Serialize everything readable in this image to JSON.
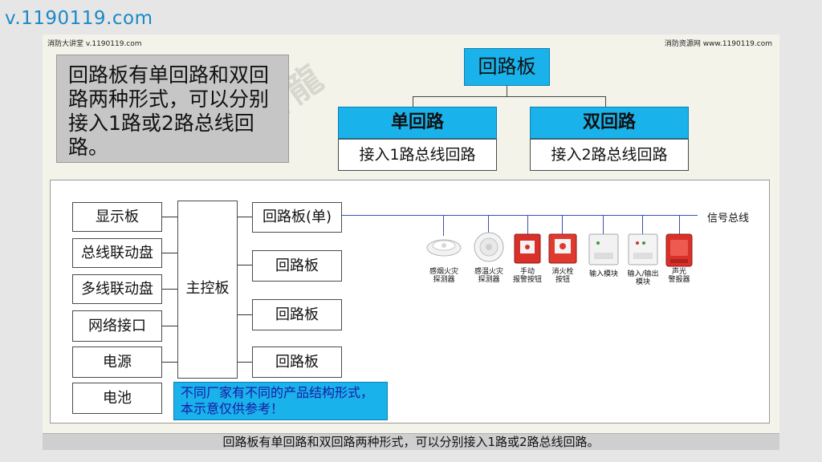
{
  "site_watermark": "v.1190119.com",
  "header": {
    "left": "消防大讲堂 v.1190119.com",
    "right": "消防资源网 www.1190119.com"
  },
  "watermark_seal": "磐龍",
  "intro_text": "回路板有单回路和双回路两种形式，可以分别接入1路或2路总线回路。",
  "tree": {
    "root": "回路板",
    "single": {
      "title": "单回路",
      "desc": "接入1路总线回路"
    },
    "double": {
      "title": "双回路",
      "desc": "接入2路总线回路"
    }
  },
  "diagram": {
    "left_modules": [
      "显示板",
      "总线联动盘",
      "多线联动盘",
      "网络接口",
      "电源",
      "电池"
    ],
    "main_board": "主控板",
    "loop_boards": [
      "回路板(单)",
      "回路板",
      "回路板",
      "回路板"
    ],
    "bus_label": "信号总线",
    "devices": [
      {
        "label": "感烟火灾\n探测器",
        "icon": "smoke-detector-icon"
      },
      {
        "label": "感温火灾\n探测器",
        "icon": "heat-detector-icon"
      },
      {
        "label": "手动\n报警按钮",
        "icon": "manual-call-point-icon"
      },
      {
        "label": "消火栓\n按钮",
        "icon": "hydrant-button-icon"
      },
      {
        "label": "输入模块",
        "icon": "input-module-icon"
      },
      {
        "label": "输入/输出\n模块",
        "icon": "io-module-icon"
      },
      {
        "label": "声光\n警报器",
        "icon": "sounder-strobe-icon"
      }
    ],
    "note": "不同厂家有不同的产品结构形式，本示意仅供参考！"
  },
  "caption": "回路板有单回路和双回路两种形式，可以分别接入1路或2路总线回路。",
  "colors": {
    "accent_blue": "#19b2ea",
    "bus_line": "#3b4fb8",
    "alarm_red": "#d9302a"
  }
}
